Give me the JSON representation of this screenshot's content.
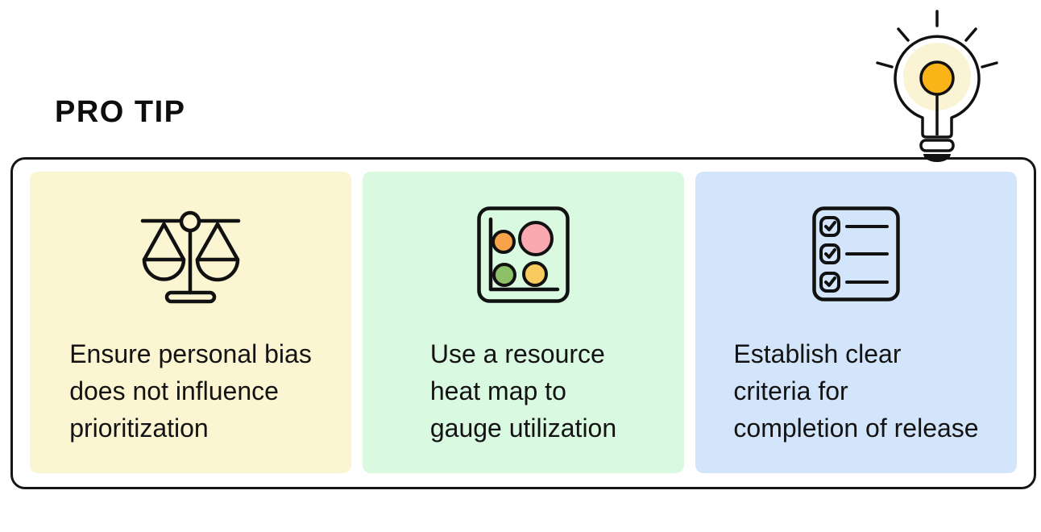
{
  "header": {
    "title": "PRO TIP"
  },
  "colors": {
    "outline": "#161616",
    "card_yellow_bg": "#FBF5D2",
    "card_green_bg": "#D9F9E0",
    "card_blue_bg": "#D3E5FA",
    "bulb_amber": "#F9B418",
    "bulb_glow": "#FAF3D4",
    "bulb_body": "#FFFFFF",
    "heatmap_orange": "#F6A34B",
    "heatmap_pink": "#F8A8AE",
    "heatmap_green": "#8CC168",
    "heatmap_yellow": "#F8CB5F"
  },
  "cards": [
    {
      "icon": "balance-scale-icon",
      "bg": "#FBF5D2",
      "lines": [
        "Ensure personal bias",
        "does not influence",
        "prioritization"
      ]
    },
    {
      "icon": "heat-map-chart-icon",
      "bg": "#D9F9E0",
      "lines": [
        "Use a resource",
        "heat map to",
        "gauge utilization"
      ]
    },
    {
      "icon": "checklist-icon",
      "bg": "#D3E5FA",
      "lines": [
        "Establish clear",
        "criteria for",
        "completion of release"
      ]
    }
  ]
}
